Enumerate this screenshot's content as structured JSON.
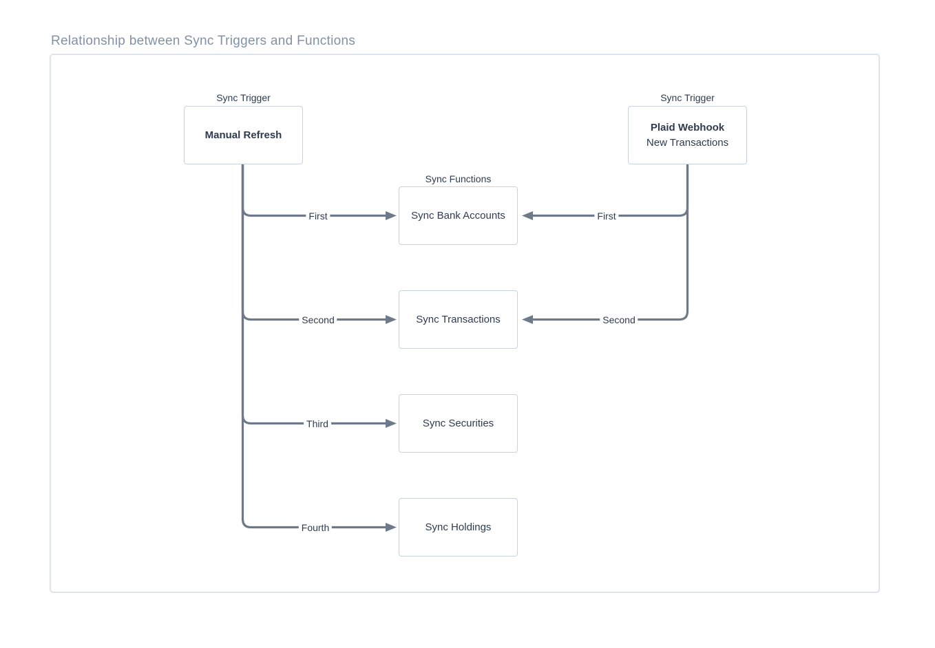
{
  "title": "Relationship between Sync Triggers and Functions",
  "colors": {
    "line": "#6e7a8a",
    "node_text": "#2e3b4e",
    "node_border": "#c9d2dd",
    "frame_border": "#dde3ec",
    "title_text": "#8291a5",
    "background": "#ffffff"
  },
  "diagram": {
    "lanes": {
      "trigger_left_label": "Sync Trigger",
      "trigger_right_label": "Sync Trigger",
      "functions_label": "Sync Functions"
    },
    "triggers": {
      "manual": {
        "name": "Manual Refresh"
      },
      "webhook": {
        "name": "Plaid Webhook",
        "sub": "New Transactions"
      }
    },
    "functions": [
      "Sync Bank Accounts",
      "Sync Transactions",
      "Sync Securities",
      "Sync Holdings"
    ],
    "edges": {
      "manual": [
        "First",
        "Second",
        "Third",
        "Fourth"
      ],
      "webhook": [
        "First",
        "Second"
      ]
    }
  }
}
